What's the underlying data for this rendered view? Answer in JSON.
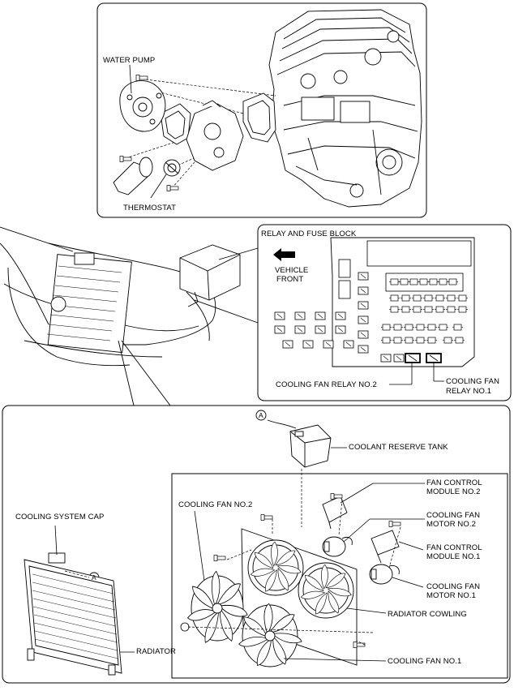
{
  "engine_panel": {
    "water_pump_label": "WATER PUMP",
    "thermostat_label": "THERMOSTAT"
  },
  "relay_panel": {
    "title": "RELAY AND FUSE BLOCK",
    "vehicle_front_line1": "VEHICLE",
    "vehicle_front_line2": "FRONT",
    "fan_relay_2_label": "COOLING FAN RELAY NO.2",
    "fan_relay_1_line1": "COOLING FAN",
    "fan_relay_1_line2": "RELAY NO.1"
  },
  "bottom_panel": {
    "marker_a": "A",
    "marker_a2": "A",
    "coolant_reserve_tank": "COOLANT RESERVE TANK",
    "cooling_system_cap": "COOLING SYSTEM CAP",
    "radiator": "RADIATOR",
    "cooling_fan_no2": "COOLING FAN NO.2",
    "cooling_fan_no1": "COOLING FAN NO.1",
    "fan_control_module_no2_line1": "FAN CONTROL",
    "fan_control_module_no2_line2": "MODULE NO.2",
    "fan_motor_no2_line1": "COOLING FAN",
    "fan_motor_no2_line2": "MOTOR NO.2",
    "fan_control_module_no1_line1": "FAN CONTROL",
    "fan_control_module_no1_line2": "MODULE NO.1",
    "fan_motor_no1_line1": "COOLING FAN",
    "fan_motor_no1_line2": "MOTOR NO.1",
    "radiator_cowling": "RADIATOR COWLING"
  }
}
